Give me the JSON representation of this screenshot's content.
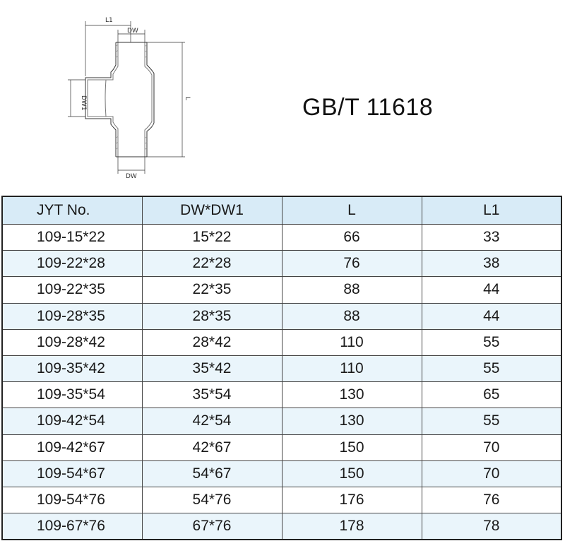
{
  "drawing": {
    "labels": {
      "l1": "L1",
      "dw_top": "DW",
      "dw1": "DW1",
      "l": "L",
      "dw_bottom": "DW"
    }
  },
  "standard": "GB/T 11618",
  "table": {
    "headers": [
      "JYT No.",
      "DW*DW1",
      "L",
      "L1"
    ],
    "rows": [
      [
        "109-15*22",
        "15*22",
        "66",
        "33"
      ],
      [
        "109-22*28",
        "22*28",
        "76",
        "38"
      ],
      [
        "109-22*35",
        "22*35",
        "88",
        "44"
      ],
      [
        "109-28*35",
        "28*35",
        "88",
        "44"
      ],
      [
        "109-28*42",
        "28*42",
        "110",
        "55"
      ],
      [
        "109-35*42",
        "35*42",
        "110",
        "55"
      ],
      [
        "109-35*54",
        "35*54",
        "130",
        "65"
      ],
      [
        "109-42*54",
        "42*54",
        "130",
        "55"
      ],
      [
        "109-42*67",
        "42*67",
        "150",
        "70"
      ],
      [
        "109-54*67",
        "54*67",
        "150",
        "70"
      ],
      [
        "109-54*76",
        "54*76",
        "176",
        "76"
      ],
      [
        "109-67*76",
        "67*76",
        "178",
        "78"
      ]
    ]
  }
}
